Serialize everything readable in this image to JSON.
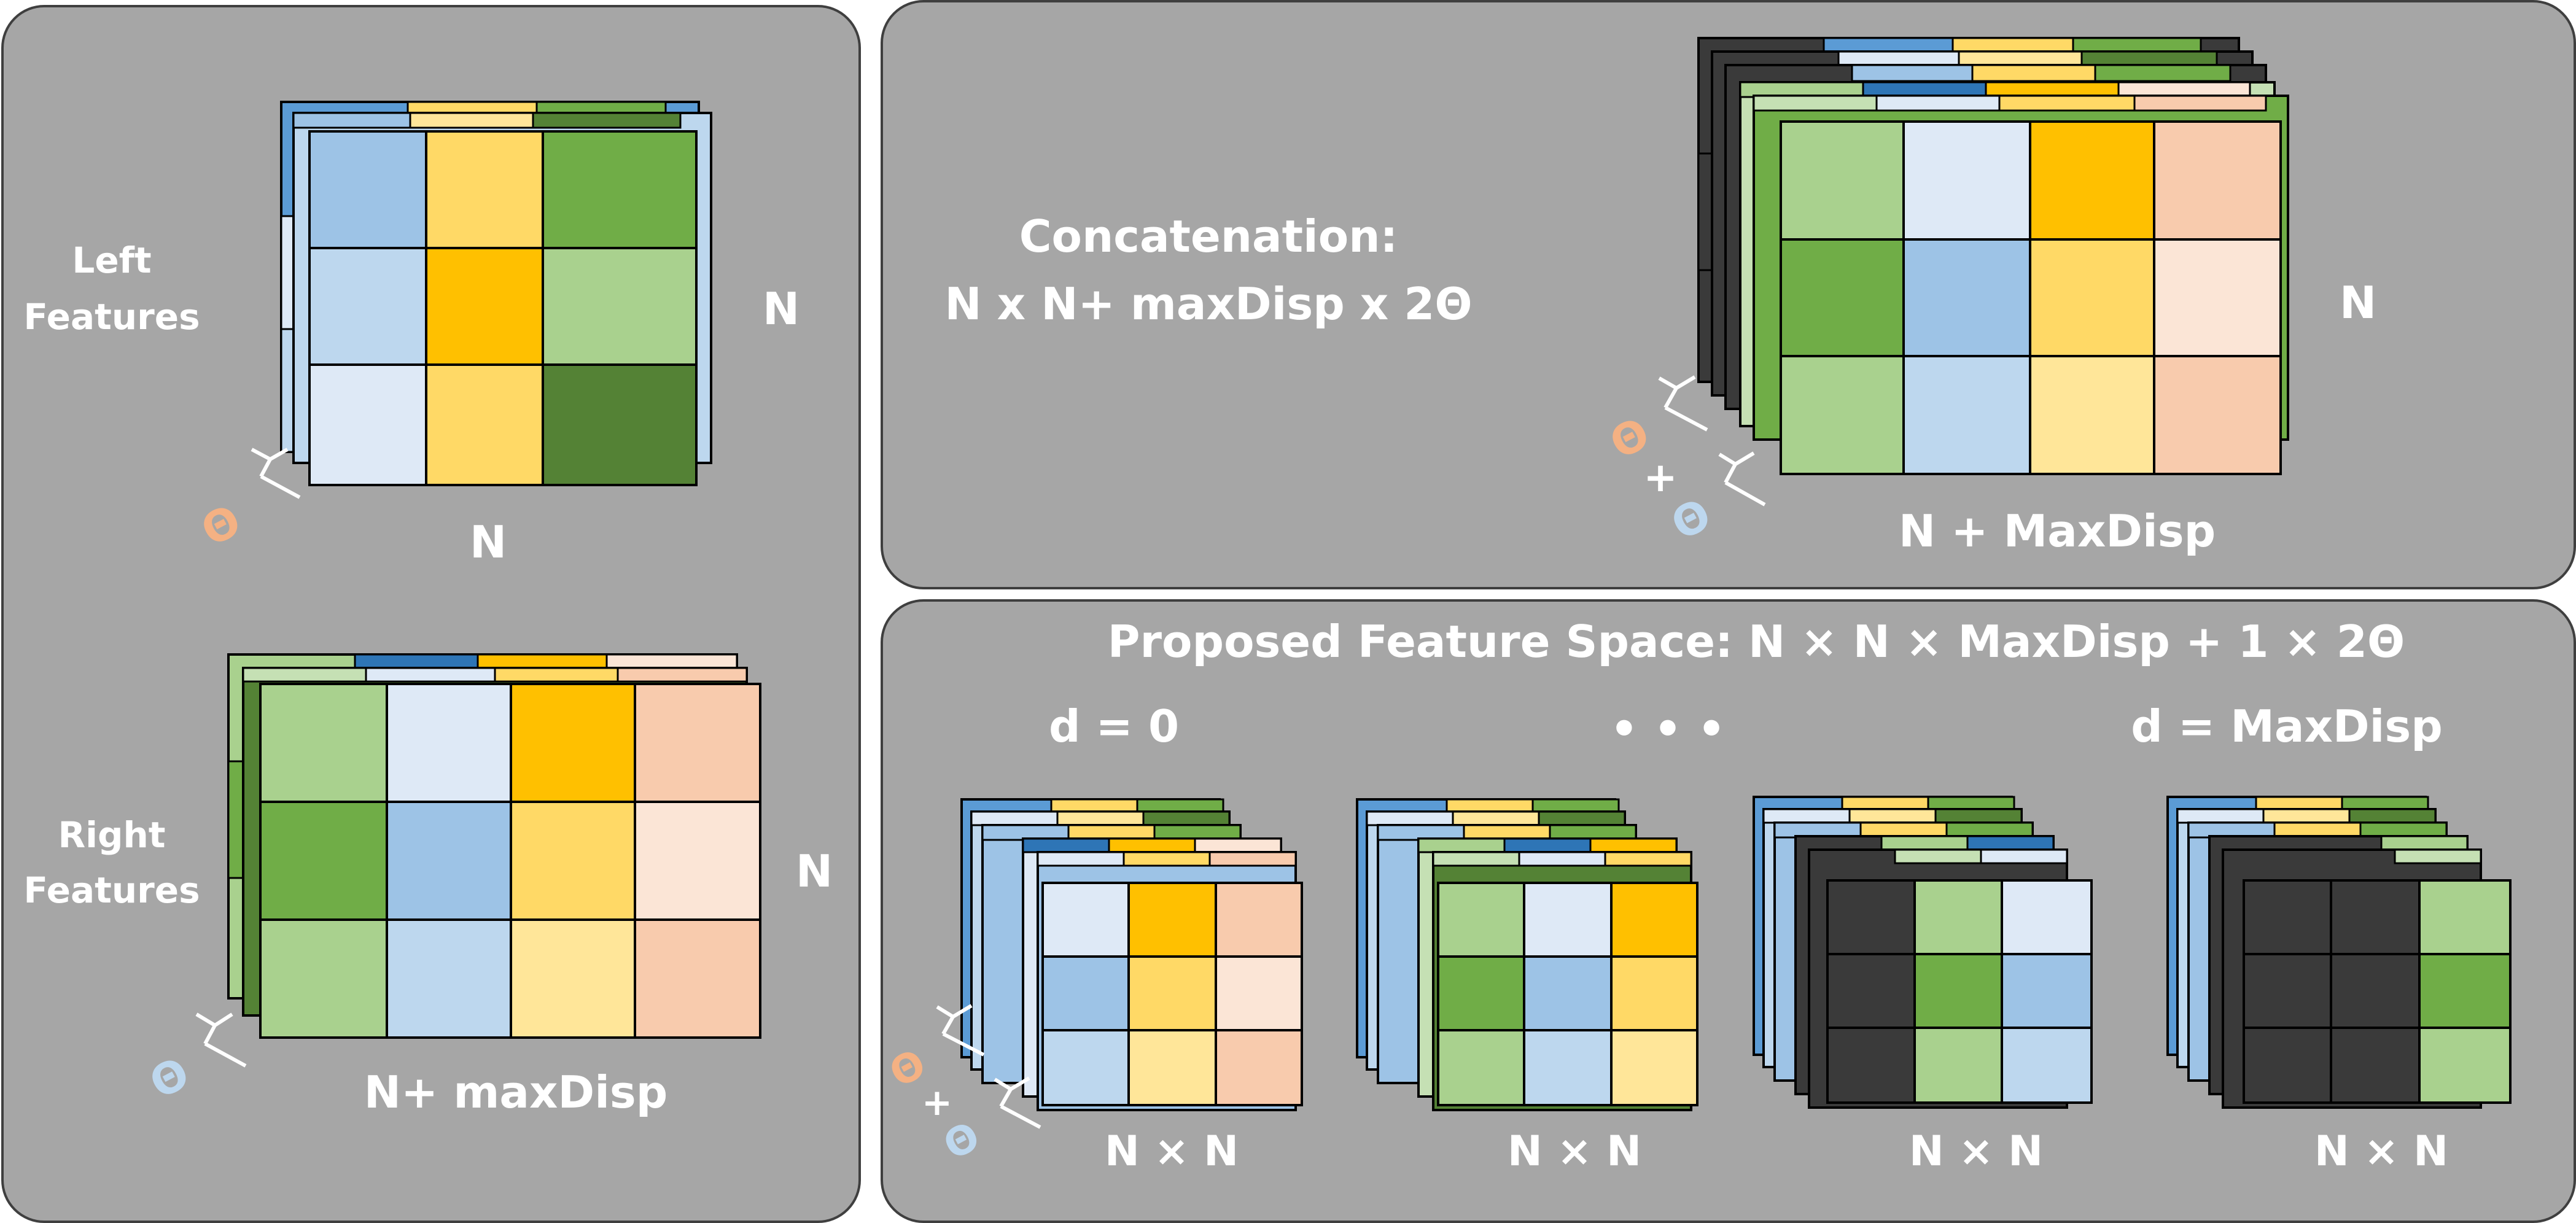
{
  "left_panel": {
    "left_features": {
      "line1": "Left",
      "line2": "Features"
    },
    "left_width": "N",
    "left_height": "N",
    "right_features": {
      "line1": "Right",
      "line2": "Features"
    },
    "right_width": "N+ maxDisp",
    "right_height": "N"
  },
  "concat_panel": {
    "title_line1": "Concatenation:",
    "title_line2": "N x N+ maxDisp x 2Θ",
    "width": "N  + MaxDisp",
    "height": "N",
    "plus": "+"
  },
  "proposed_panel": {
    "title": "Proposed Feature Space:  N × N × MaxDisp + 1 × 2Θ",
    "d_start": "d = 0",
    "ellipsis": "•  •  •",
    "d_end": "d = MaxDisp",
    "block_labels": [
      "N × N",
      "N × N",
      "N × N",
      "N × N"
    ],
    "plus": "+"
  },
  "theta_symbol": "Θ",
  "colors": {
    "panel": "#a6a6a6",
    "border": "#3f3f3f",
    "lightblue": "#dee9f6",
    "blue": "#9dc3e6",
    "blue_mid": "#bdd7ee",
    "blue_dark": "#2e75b6",
    "blue_side": "#5b9bd5",
    "yellow": "#ffd966",
    "gold": "#ffc000",
    "yellow_light": "#ffe699",
    "green": "#70ad47",
    "green_light": "#a9d18e",
    "green_dark": "#548235",
    "green_side": "#c5e0b4",
    "peach": "#f8cbad",
    "peach_light": "#fbe5d6",
    "black": "#3a3a3a",
    "theta_orange": "#f4b183",
    "theta_blue": "#bdd7ee"
  }
}
